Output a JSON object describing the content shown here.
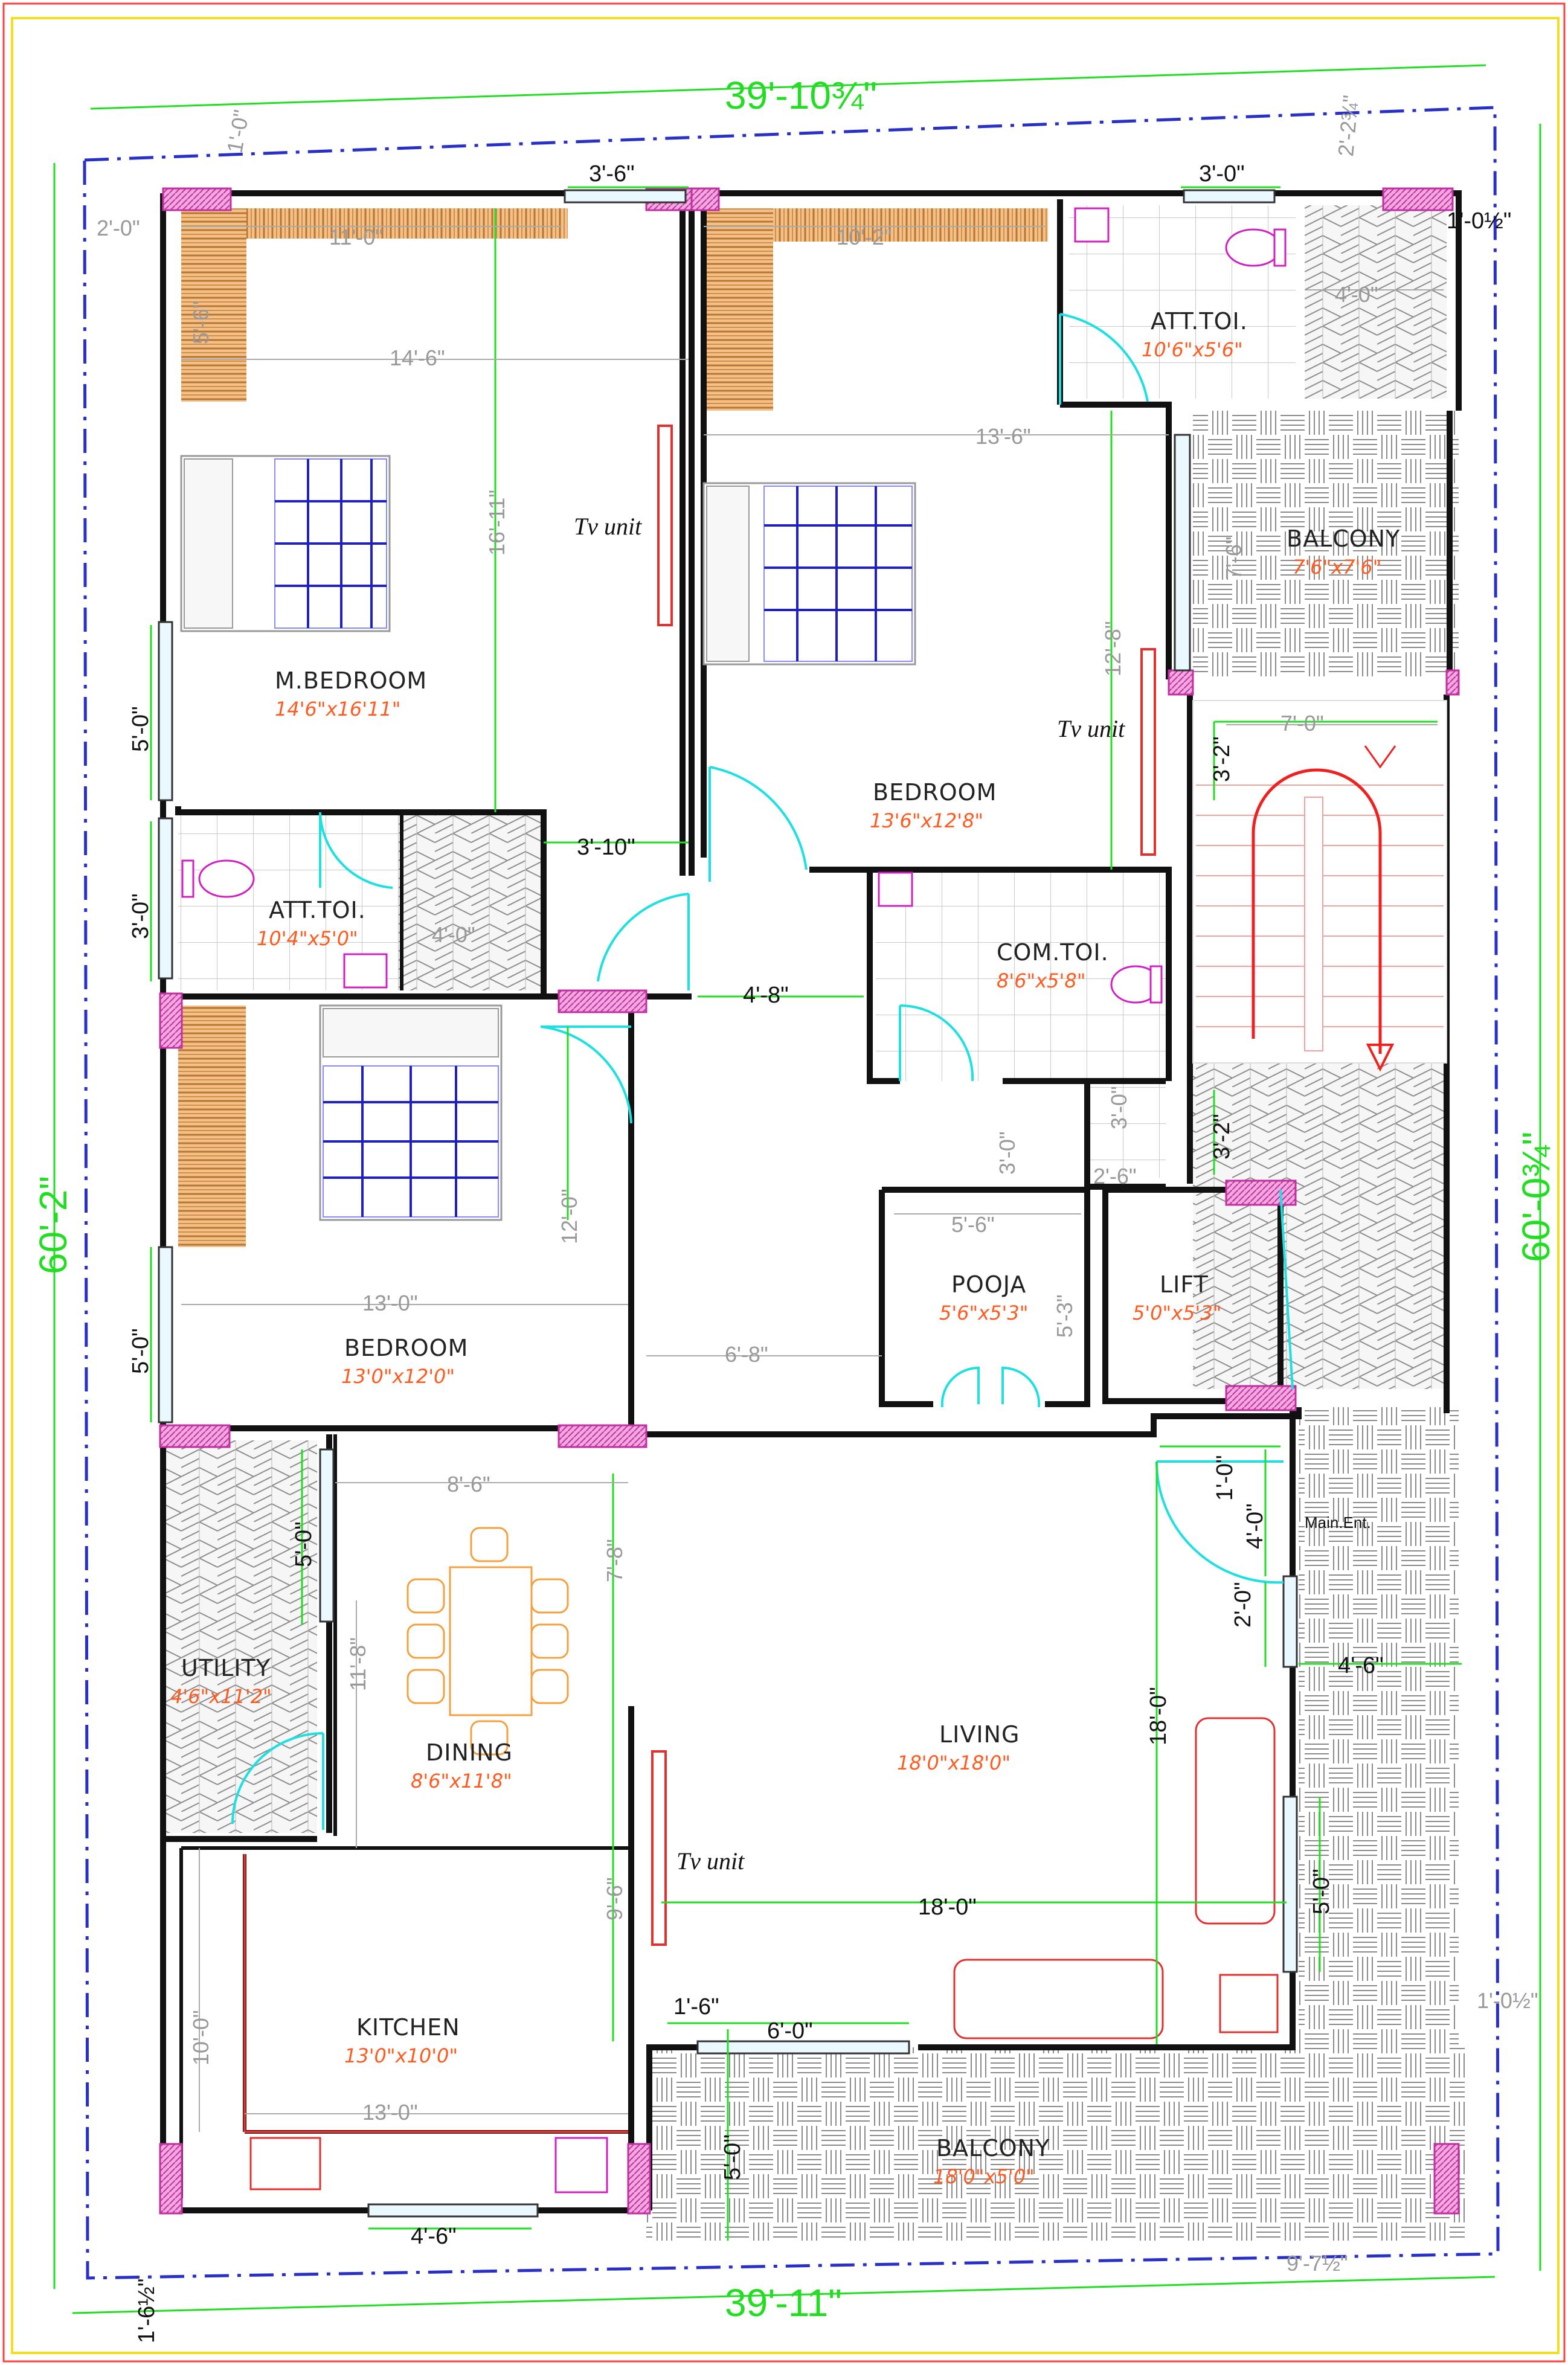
{
  "overall": {
    "top_width": "39'-10¾\"",
    "bottom_width": "39'-11\"",
    "left_depth": "60'-2\"",
    "right_depth": "60'-0¾\""
  },
  "rooms": [
    {
      "name": "M.BEDROOM",
      "size": "14'6\"x16'11\""
    },
    {
      "name": "BEDROOM",
      "size": "13'6\"x12'8\""
    },
    {
      "name": "ATT.TOI.",
      "size": "10'6\"x5'6\""
    },
    {
      "name": "BALCONY",
      "size": "7'6\"x7'6\""
    },
    {
      "name": "ATT.TOI.",
      "size": "10'4\"x5'0\""
    },
    {
      "name": "COM.TOI.",
      "size": "8'6\"x5'8\""
    },
    {
      "name": "BEDROOM",
      "size": "13'0\"x12'0\""
    },
    {
      "name": "POOJA",
      "size": "5'6\"x5'3\""
    },
    {
      "name": "LIFT",
      "size": "5'0\"x5'3\""
    },
    {
      "name": "UTILITY",
      "size": "4'6\"x11'2\""
    },
    {
      "name": "DINING",
      "size": "8'6\"x11'8\""
    },
    {
      "name": "LIVING",
      "size": "18'0\"x18'0\""
    },
    {
      "name": "KITCHEN",
      "size": "13'0\"x10'0\""
    },
    {
      "name": "BALCONY",
      "size": "18'0\"x5'0\""
    }
  ],
  "labels": {
    "tv_unit": "Tv unit",
    "main_entrance": "Main.Ent."
  },
  "dims_black": [
    "3'-6\"",
    "3'-0\"",
    "1'-0½\"",
    "3'-10\"",
    "4'-8\"",
    "5'-0\"",
    "3'-0\"",
    "5'-0\"",
    "5'-0\"",
    "3'-2\"",
    "3'-2\"",
    "1'-0\"",
    "4'-0\"",
    "2'-0\"",
    "4'-6\"",
    "18'-0\"",
    "5'-0\"",
    "1'-6\"",
    "6'-0\"",
    "18'-0\"",
    "5'-0\"",
    "4'-6\"",
    "1'-6½\""
  ],
  "dims_grey": [
    "1'-0\"",
    "2'-2¾\"",
    "2'-0\"",
    "11'-0\"",
    "10'-2\"",
    "5'-6\"",
    "14'-6\"",
    "4'-0\"",
    "13'-6\"",
    "16'-11\"",
    "7'-6\"",
    "12'-8\"",
    "7'-0\"",
    "4'-0\"",
    "12'-0\"",
    "13'-0\"",
    "6'-8\"",
    "5'-6\"",
    "5'-3\"",
    "3'-0\"",
    "2'-6\"",
    "3'-0\"",
    "8'-6\"",
    "7'-8\"",
    "11'-8\"",
    "9'-6\"",
    "10'-0\"",
    "13'-0\"",
    "1'-0½\"",
    "9'-7½\""
  ]
}
